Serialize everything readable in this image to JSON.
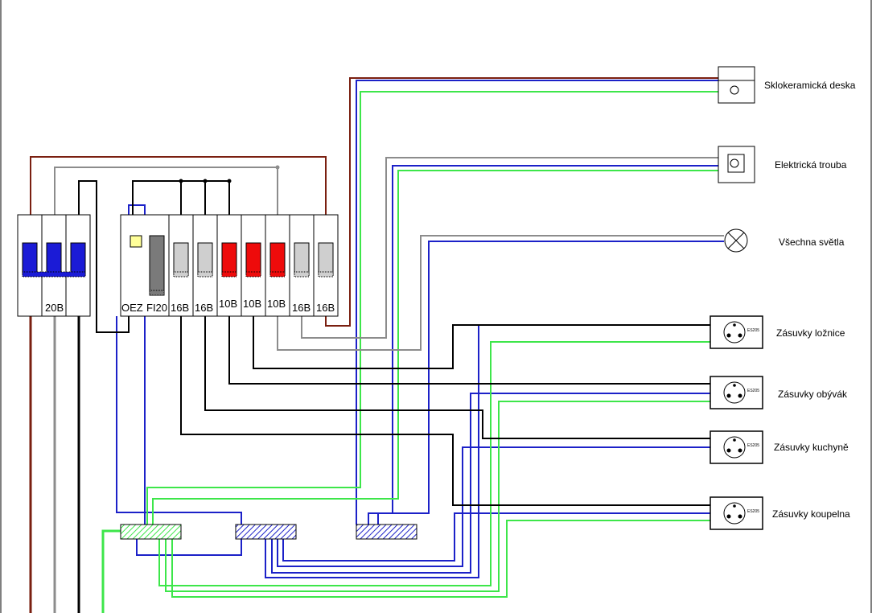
{
  "main_breaker": {
    "rating": "20B"
  },
  "panel_labels": [
    "OEZ",
    "FI20",
    "16B",
    "16B",
    "10B",
    "10B",
    "10B",
    "16B",
    "16B"
  ],
  "loads": [
    {
      "id": "deska",
      "label": "Sklokeramická deska"
    },
    {
      "id": "trouba",
      "label": "Elektrická trouba"
    },
    {
      "id": "svetla",
      "label": "Všechna světla"
    },
    {
      "id": "loznice",
      "label": "Zásuvky ložnice",
      "socket_code": "ES205"
    },
    {
      "id": "obyvak",
      "label": "Zásuvky obývák",
      "socket_code": "ES205"
    },
    {
      "id": "kuchyne",
      "label": "Zásuvky kuchyně",
      "socket_code": "ES205"
    },
    {
      "id": "koupelna",
      "label": "Zásuvky koupelna",
      "socket_code": "ES205"
    }
  ],
  "colors": {
    "brown": "#7a1f10",
    "grey": "#8c8c8c",
    "black": "#000000",
    "blue": "#1c21c8",
    "green": "#3de64a",
    "breaker_blue": "#1b1bd6",
    "breaker_red": "#ee0b0b",
    "breaker_grey": "#cfcfcf",
    "indicator_yellow": "#ffff99"
  }
}
